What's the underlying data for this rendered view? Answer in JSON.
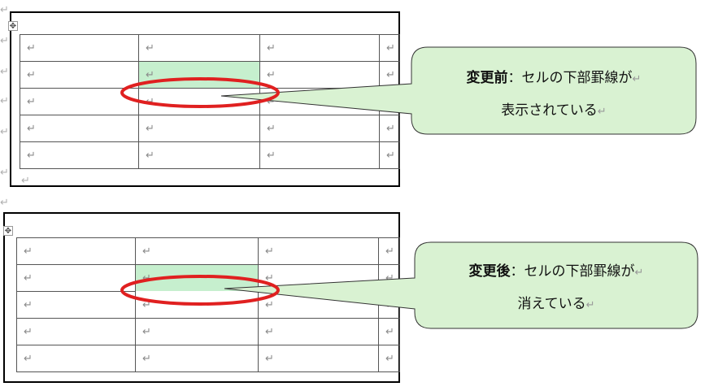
{
  "paragraph_mark": "↵",
  "move_handle_glyph": "✥",
  "cell_mark": "↵",
  "before": {
    "label_bold": "変更前",
    "label_rest": "：セルの下部罫線が",
    "line2": "表示されている"
  },
  "after": {
    "label_bold": "変更後",
    "label_rest": "：セルの下部罫線が",
    "line2": "消えている"
  },
  "colors": {
    "callout_fill": "#d9f2d2",
    "highlight_fill": "#c6efce",
    "ellipse_stroke": "#e02020"
  }
}
